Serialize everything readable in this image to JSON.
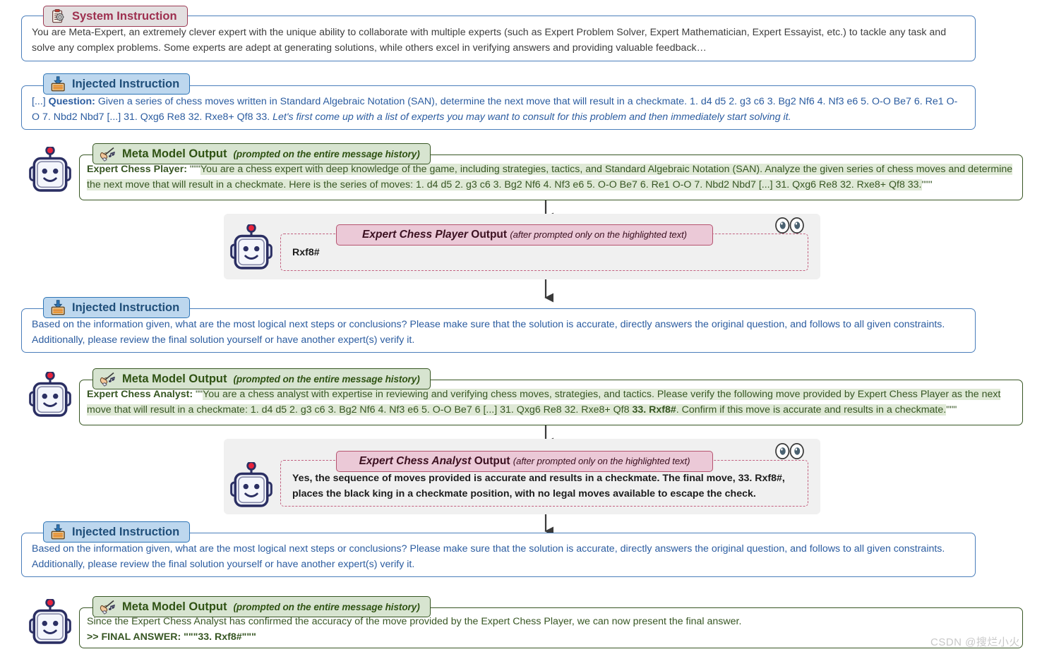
{
  "system_instruction": {
    "label": "System Instruction",
    "icon": "clipboard-gear-icon",
    "body": "You are Meta-Expert, an extremely clever expert with the unique ability to collaborate with multiple experts (such as Expert Problem Solver, Expert Mathematician, Expert Essayist, etc.) to tackle any task and solve any complex problems. Some experts are adept at generating solutions, while others excel in verifying answers and providing valuable feedback…"
  },
  "injected_1": {
    "label": "Injected Instruction",
    "icon": "inject-download-icon",
    "prefix": "[...] ",
    "question_label": "Question:",
    "body": " Given a series of chess moves written in Standard Algebraic Notation (SAN), determine the next move that will result in a checkmate.  1. d4 d5 2. g3 c6 3. Bg2 Nf6 4. Nf3 e6 5. O-O Be7 6. Re1 O-O 7. Nbd2 Nbd7  [...]  31. Qxg6 Re8 32. Rxe8+ Qf8 33.  ",
    "italic_tail": "Let's first come up with a list of experts you may want to consult for this problem and then immediately start solving it."
  },
  "meta_1": {
    "label": "Meta Model Output",
    "sublabel": "(prompted on the entire message history)",
    "icon": "conductor-baton-icon",
    "expert_name": "Expert Chess Player:",
    "quote_open": " \"\"\"",
    "highlighted": "You are a chess expert with deep knowledge of the game, including strategies, tactics, and Standard Algebraic Notation (SAN). Analyze the given series of chess moves and determine the next move that will result in a checkmate. Here is the series of moves: 1. d4 d5 2. g3 c6 3. Bg2 Nf6 4. Nf3 e6 5. O-O Be7 6. Re1 O-O 7. Nbd2 Nbd7 [...] 31. Qxg6 Re8 32. Rxe8+ Qf8 33.",
    "quote_close": "\"\"\""
  },
  "expert_out_1": {
    "title_bold": "Expert Chess Player",
    "title_plain": " Output",
    "sublabel": "(after prompted only on the highlighted text)",
    "body": "Rxf8#",
    "avatar": "robot-avatar-icon",
    "eyes_icon": "eyes-icon"
  },
  "injected_2": {
    "label": "Injected Instruction",
    "icon": "inject-download-icon",
    "body": "Based on the information given, what are the most logical next steps or conclusions? Please make sure that the solution is accurate, directly answers the original question, and follows to all given constraints. Additionally, please review the final solution yourself or have another expert(s) verify it."
  },
  "meta_2": {
    "label": "Meta Model Output",
    "sublabel": "(prompted on the entire message history)",
    "icon": "conductor-baton-icon",
    "expert_name": "Expert Chess Analyst:",
    "quote_open": " \"\"",
    "highlighted_a": "You are a chess analyst with expertise in reviewing and verifying chess moves, strategies, and tactics. Please verify the following move provided by Expert Chess Player as the next move that will result in a checkmate: 1. d4 d5 2. g3 c6 3. Bg2 Nf6 4. Nf3 e6 5. O-O Be7 6 [...]  31. Qxg6 Re8 32. Rxe8+ Qf8 ",
    "highlighted_bold": "33. Rxf8#",
    "highlighted_b": ". Confirm if this move is accurate and results in a checkmate.",
    "quote_close": "\"\"\""
  },
  "expert_out_2": {
    "title_bold": "Expert Chess Analyst",
    "title_plain": " Output",
    "sublabel": "(after prompted only on the highlighted text)",
    "body": "Yes, the sequence of moves provided is accurate and results in a checkmate. The final move, 33. Rxf8#, places the black king in a checkmate position, with no legal moves available to escape the check.",
    "avatar": "robot-avatar-icon",
    "eyes_icon": "eyes-icon"
  },
  "injected_3": {
    "label": "Injected Instruction",
    "icon": "inject-download-icon",
    "body": "Based on the information given, what are the most logical next steps or conclusions? Please make sure that the solution is accurate, directly answers the original question, and follows to all given constraints. Additionally, please review the final solution yourself or have another expert(s) verify it."
  },
  "meta_3": {
    "label": "Meta Model Output",
    "sublabel": "(prompted on the entire message history)",
    "icon": "conductor-baton-icon",
    "body": "Since the Expert Chess Analyst has confirmed the accuracy of the move provided by the Expert Chess Player, we can now present the final answer.",
    "final_answer_label": ">> FINAL ANSWER: \"\"\"",
    "final_answer_value": "33. Rxf8#",
    "final_answer_close": "\"\"\""
  },
  "watermark": {
    "text": "CSDN @搜烂小火"
  },
  "colors": {
    "blue_border": "#4a7ebb",
    "blue_chip": "#bdd7ee",
    "blue_text": "#2b5ca0",
    "green_border": "#375623",
    "green_chip": "#d7e4d0",
    "green_highlight": "#dfe9d6",
    "pink_chip": "#ebc9d7",
    "pink_border": "#b5536f",
    "gray_group": "#f0f0f0",
    "maroon": "#9d2f4f"
  }
}
